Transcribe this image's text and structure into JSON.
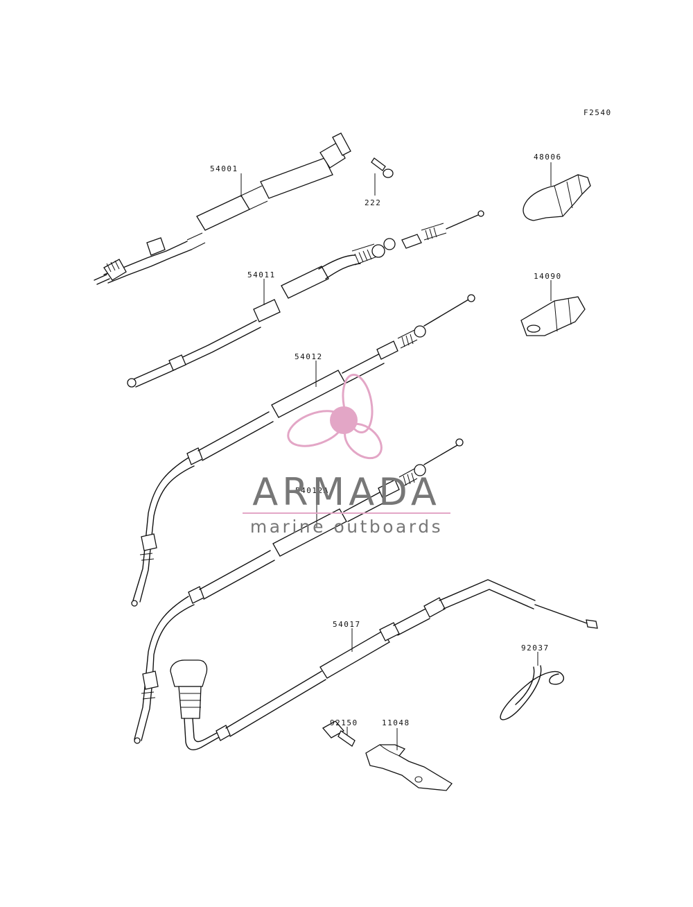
{
  "figure_code": "F2540",
  "part_numbers": {
    "p54001": "54001",
    "p222": "222",
    "p48006": "48006",
    "p54011": "54011",
    "p14090": "14090",
    "p54012": "54012",
    "p54012A": "54012A",
    "p54017": "54017",
    "p92037": "92037",
    "p92150": "92150",
    "p11048": "11048"
  },
  "watermark": {
    "title": "ARMADA",
    "subtitle": "marine outboards",
    "logo_color": "#e3a6c6",
    "text_color": "#777777"
  }
}
